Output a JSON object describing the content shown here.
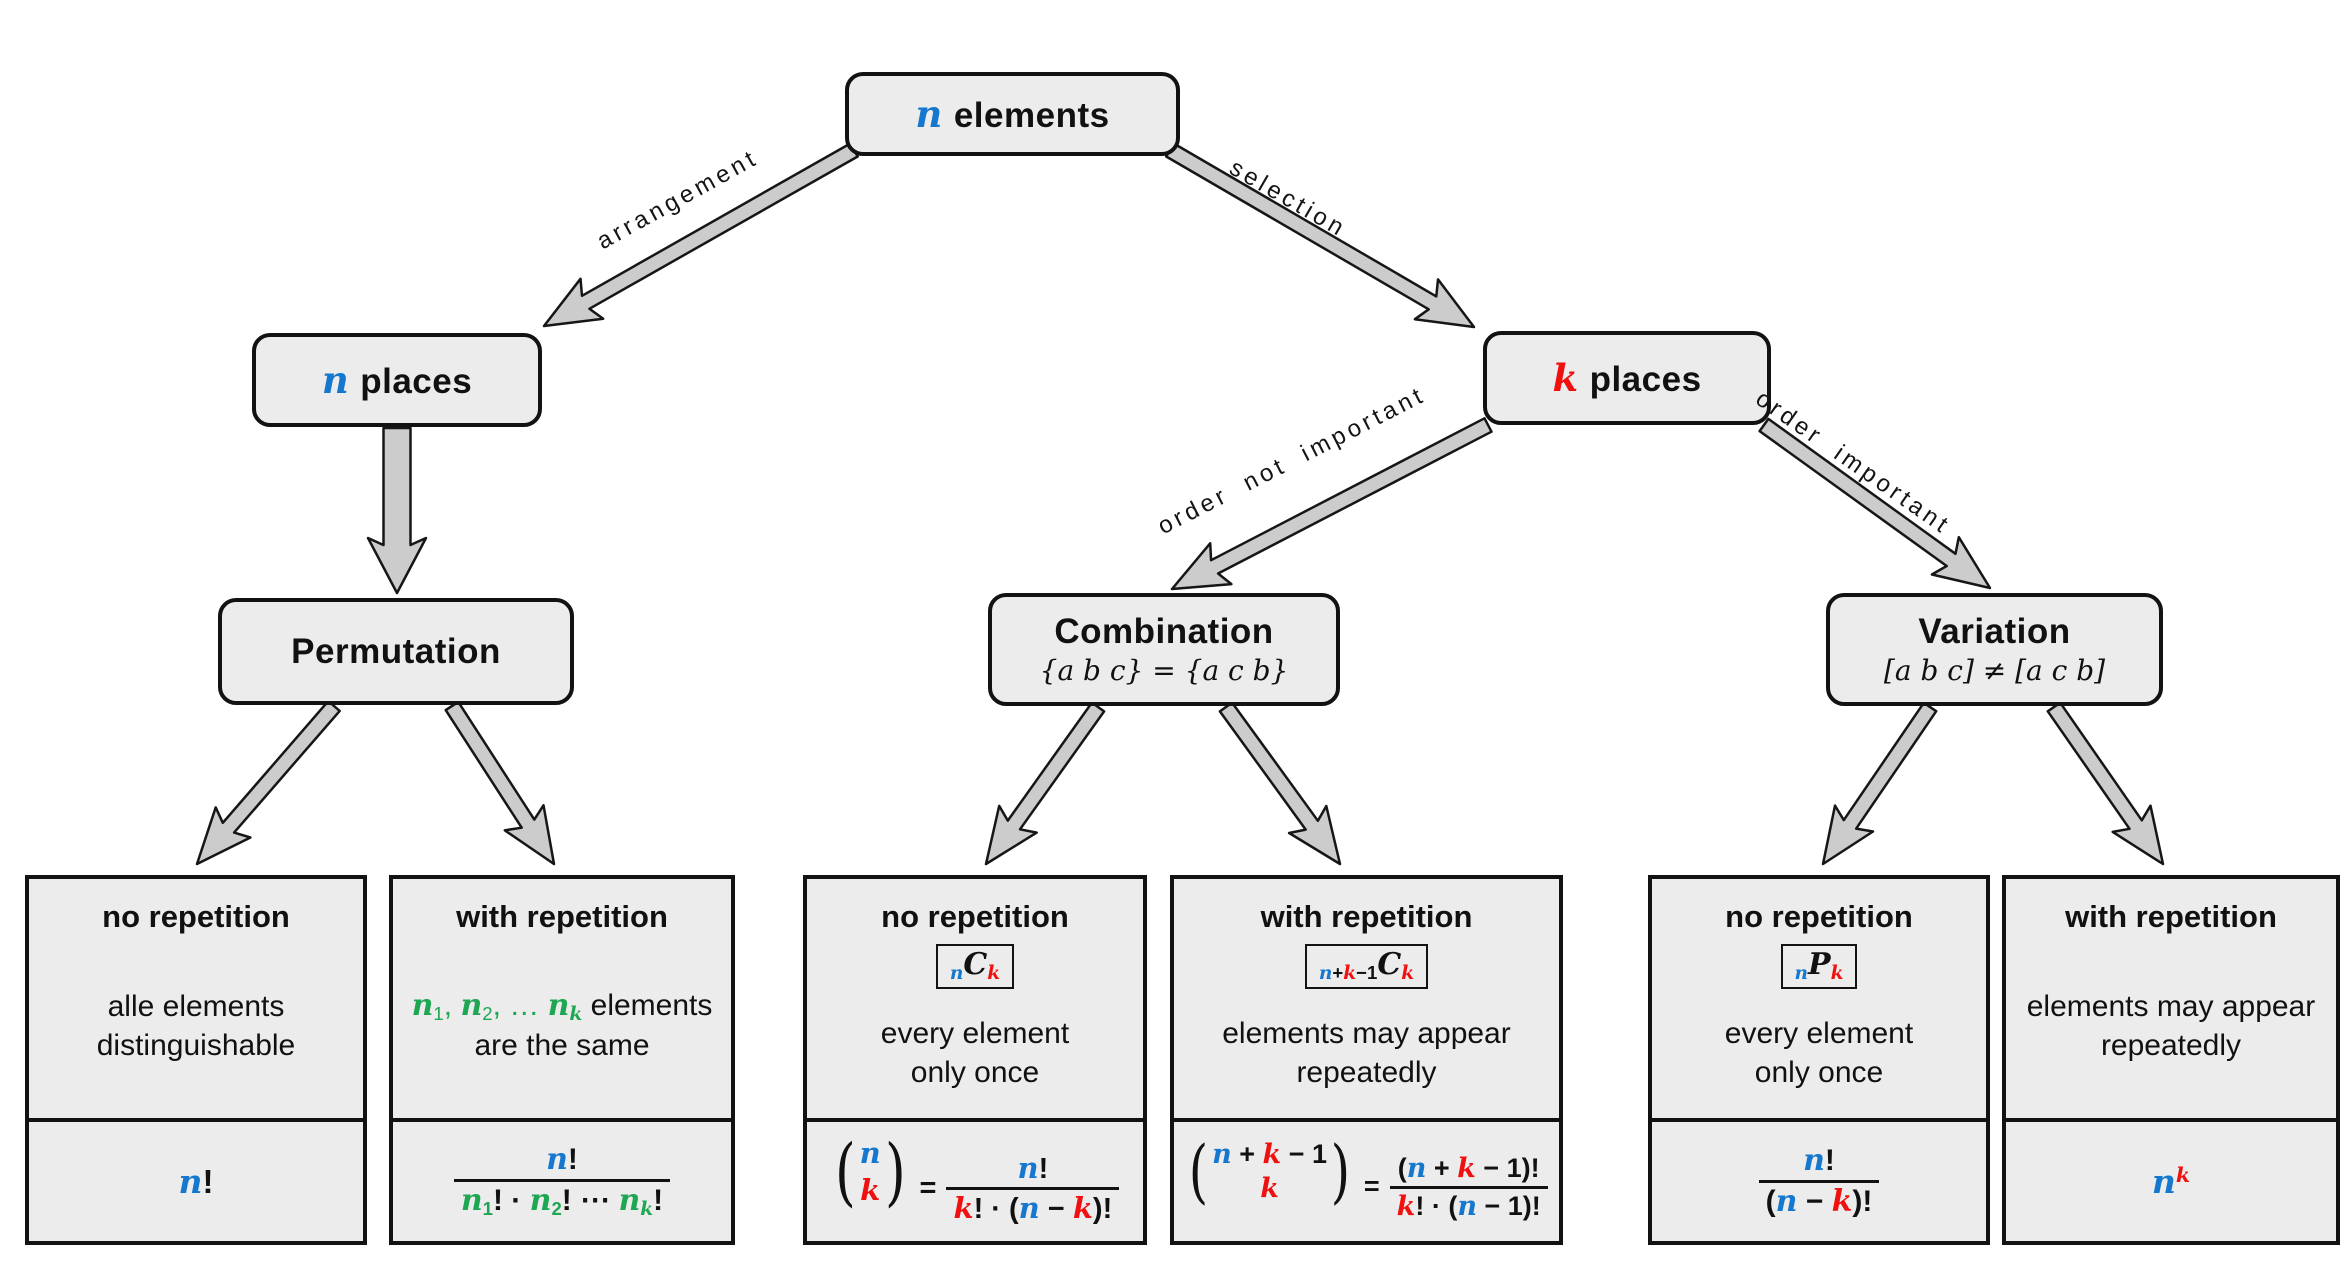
{
  "palette": {
    "blue": "#1577cd",
    "red": "#f01010",
    "green": "#1fa653",
    "boxfill": "#ececec",
    "arrowfill": "#cccccc"
  },
  "nodes": {
    "root": {
      "var": "n",
      "label": "elements"
    },
    "n_places": {
      "var": "n",
      "label": "places"
    },
    "k_places": {
      "var": "k",
      "label": "places"
    },
    "permutation": {
      "title": "Permutation"
    },
    "combination": {
      "title": "Combination",
      "subtitle": "{a b c} = {a c b}"
    },
    "variation": {
      "title": "Variation",
      "subtitle": "[a b c] ≠ [a c b]"
    }
  },
  "edge_labels": {
    "arrangement": "arrangement",
    "selection": "selection",
    "order_not_important": "order not important",
    "order_important": "order important"
  },
  "leaves": [
    {
      "id": "permutation-no-repetition",
      "title": "no repetition",
      "desc": [
        [
          {
            "t": "alle elements"
          }
        ],
        [
          {
            "t": "distinguishable"
          }
        ]
      ],
      "formula": {
        "kind": "tokens",
        "tokens": [
          {
            "t": "n",
            "v": true,
            "c": "blue"
          },
          {
            "t": "!"
          }
        ]
      }
    },
    {
      "id": "permutation-with-repetition",
      "title": "with repetition",
      "desc": [
        [
          {
            "t": "n",
            "v": true,
            "c": "green"
          },
          {
            "t": "1",
            "pos": "sub",
            "c": "green"
          },
          {
            "t": ", ",
            "c": "green"
          },
          {
            "t": "n",
            "v": true,
            "c": "green"
          },
          {
            "t": "2",
            "pos": "sub",
            "c": "green"
          },
          {
            "t": ", … ",
            "c": "green"
          },
          {
            "t": "n",
            "v": true,
            "c": "green"
          },
          {
            "t": "k",
            "v": true,
            "pos": "sub",
            "c": "green"
          },
          {
            "t": " elements"
          }
        ],
        [
          {
            "t": "are the same"
          }
        ]
      ],
      "formula": {
        "kind": "frac",
        "num": [
          {
            "t": "n",
            "v": true,
            "c": "blue"
          },
          {
            "t": "!"
          }
        ],
        "den": [
          {
            "t": "n",
            "v": true,
            "c": "green"
          },
          {
            "t": "1",
            "pos": "sub",
            "c": "green"
          },
          {
            "t": "! · "
          },
          {
            "t": "n",
            "v": true,
            "c": "green"
          },
          {
            "t": "2",
            "pos": "sub",
            "c": "green"
          },
          {
            "t": "! ⋯ "
          },
          {
            "t": "n",
            "v": true,
            "c": "green"
          },
          {
            "t": "k",
            "v": true,
            "pos": "sub",
            "c": "green"
          },
          {
            "t": "!"
          }
        ]
      }
    },
    {
      "id": "combination-no-repetition",
      "title": "no repetition",
      "notation": [
        {
          "t": "n",
          "v": true,
          "c": "blue",
          "pos": "sub"
        },
        {
          "t": "C",
          "v": true
        },
        {
          "t": "k",
          "v": true,
          "c": "red",
          "pos": "sub"
        }
      ],
      "desc": [
        [
          {
            "t": "every element"
          }
        ],
        [
          {
            "t": "only once"
          }
        ]
      ],
      "formula": {
        "kind": "binom-frac",
        "top": [
          {
            "t": "n",
            "v": true,
            "c": "blue"
          }
        ],
        "bot": [
          {
            "t": "k",
            "v": true,
            "c": "red"
          }
        ],
        "num": [
          {
            "t": "n",
            "v": true,
            "c": "blue"
          },
          {
            "t": "!"
          }
        ],
        "den": [
          {
            "t": "k",
            "v": true,
            "c": "red"
          },
          {
            "t": "! · ("
          },
          {
            "t": "n",
            "v": true,
            "c": "blue"
          },
          {
            "t": " − "
          },
          {
            "t": "k",
            "v": true,
            "c": "red"
          },
          {
            "t": ")!"
          }
        ]
      }
    },
    {
      "id": "combination-with-repetition",
      "title": "with repetition",
      "notation": [
        {
          "t": "n",
          "v": true,
          "c": "blue",
          "pos": "sub"
        },
        {
          "t": "+",
          "pos": "sub"
        },
        {
          "t": "k",
          "v": true,
          "c": "red",
          "pos": "sub"
        },
        {
          "t": "−1",
          "pos": "sub"
        },
        {
          "t": "C",
          "v": true
        },
        {
          "t": "k",
          "v": true,
          "c": "red",
          "pos": "sub"
        }
      ],
      "desc": [
        [
          {
            "t": "elements may appear"
          }
        ],
        [
          {
            "t": "repeatedly"
          }
        ]
      ],
      "formula": {
        "kind": "binom-frac",
        "top": [
          {
            "t": "n",
            "v": true,
            "c": "blue"
          },
          {
            "t": " + "
          },
          {
            "t": "k",
            "v": true,
            "c": "red"
          },
          {
            "t": " − 1"
          }
        ],
        "bot": [
          {
            "t": "k",
            "v": true,
            "c": "red"
          }
        ],
        "num": [
          {
            "t": "("
          },
          {
            "t": "n",
            "v": true,
            "c": "blue"
          },
          {
            "t": " + "
          },
          {
            "t": "k",
            "v": true,
            "c": "red"
          },
          {
            "t": " − 1)!"
          }
        ],
        "den": [
          {
            "t": "k",
            "v": true,
            "c": "red"
          },
          {
            "t": "! · ("
          },
          {
            "t": "n",
            "v": true,
            "c": "blue"
          },
          {
            "t": " − 1)!"
          }
        ]
      }
    },
    {
      "id": "variation-no-repetition",
      "title": "no repetition",
      "notation": [
        {
          "t": "n",
          "v": true,
          "c": "blue",
          "pos": "sub"
        },
        {
          "t": "P",
          "v": true
        },
        {
          "t": "k",
          "v": true,
          "c": "red",
          "pos": "sub"
        }
      ],
      "desc": [
        [
          {
            "t": "every element"
          }
        ],
        [
          {
            "t": "only once"
          }
        ]
      ],
      "formula": {
        "kind": "frac",
        "num": [
          {
            "t": "n",
            "v": true,
            "c": "blue"
          },
          {
            "t": "!"
          }
        ],
        "den": [
          {
            "t": "("
          },
          {
            "t": "n",
            "v": true,
            "c": "blue"
          },
          {
            "t": " − "
          },
          {
            "t": "k",
            "v": true,
            "c": "red"
          },
          {
            "t": ")!"
          }
        ]
      }
    },
    {
      "id": "variation-with-repetition",
      "title": "with repetition",
      "desc": [
        [
          {
            "t": "elements may appear"
          }
        ],
        [
          {
            "t": "repeatedly"
          }
        ]
      ],
      "formula": {
        "kind": "tokens",
        "tokens": [
          {
            "t": "n",
            "v": true,
            "c": "blue"
          },
          {
            "t": "k",
            "v": true,
            "c": "red",
            "pos": "sup"
          }
        ]
      }
    }
  ]
}
